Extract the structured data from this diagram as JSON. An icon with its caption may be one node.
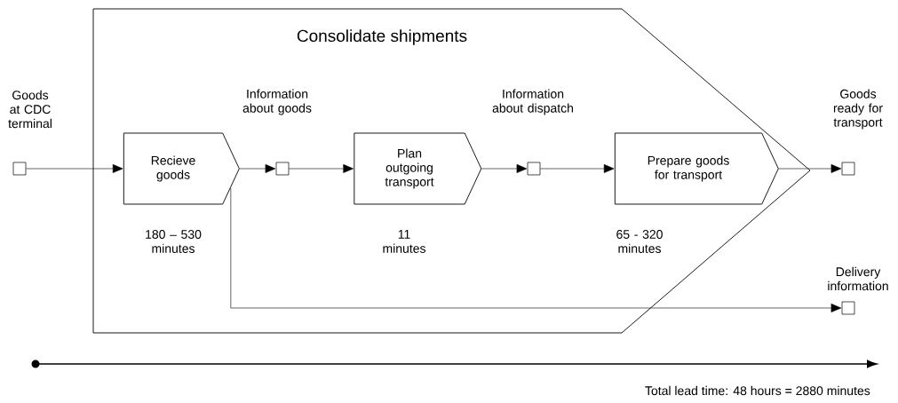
{
  "diagram": {
    "nodes": [
      {
        "text": [
          "Consolidate shipments"
        ]
      },
      {
        "text": [],
        "shape": "box",
        "beside": [
          "Goods at CDC terminal"
        ]
      },
      {
        "text": [
          "Recieve goods"
        ],
        "in": 0,
        "beside": [
          "180 – 530 minutes"
        ]
      },
      {
        "text": [],
        "shape": "box",
        "in": 0
      },
      {
        "text": [
          "Plan outgoing transport"
        ],
        "in": 0,
        "beside": [
          "11 minutes"
        ]
      },
      {
        "text": [],
        "shape": "box",
        "in": 0
      },
      {
        "text": [
          "Prepare goods for transport"
        ],
        "in": 0,
        "beside": [
          "65 - 320 minutes"
        ]
      },
      {
        "text": [],
        "shape": "box",
        "beside": [
          "Goods ready for transport"
        ]
      },
      {
        "text": [],
        "shape": "box",
        "beside": [
          "Delivery information"
        ]
      }
    ],
    "edges": [
      {
        "from": 1,
        "to": 2,
        "arrow": "to"
      },
      {
        "from": 2,
        "to": 3,
        "arrow": "to"
      },
      {
        "from": 3,
        "to": 4,
        "arrow": "to"
      },
      {
        "from": 4,
        "to": 5,
        "arrow": "to"
      },
      {
        "from": 5,
        "to": 6,
        "arrow": "to"
      },
      {
        "from": 6,
        "to": 7,
        "arrow": "to"
      },
      {
        "from": 2,
        "to": 8,
        "arrow": "to"
      }
    ],
    "labels": [
      "Information about goods",
      "Information about dispatch",
      "Total lead time: 48 hours = 2880 minutes"
    ]
  }
}
